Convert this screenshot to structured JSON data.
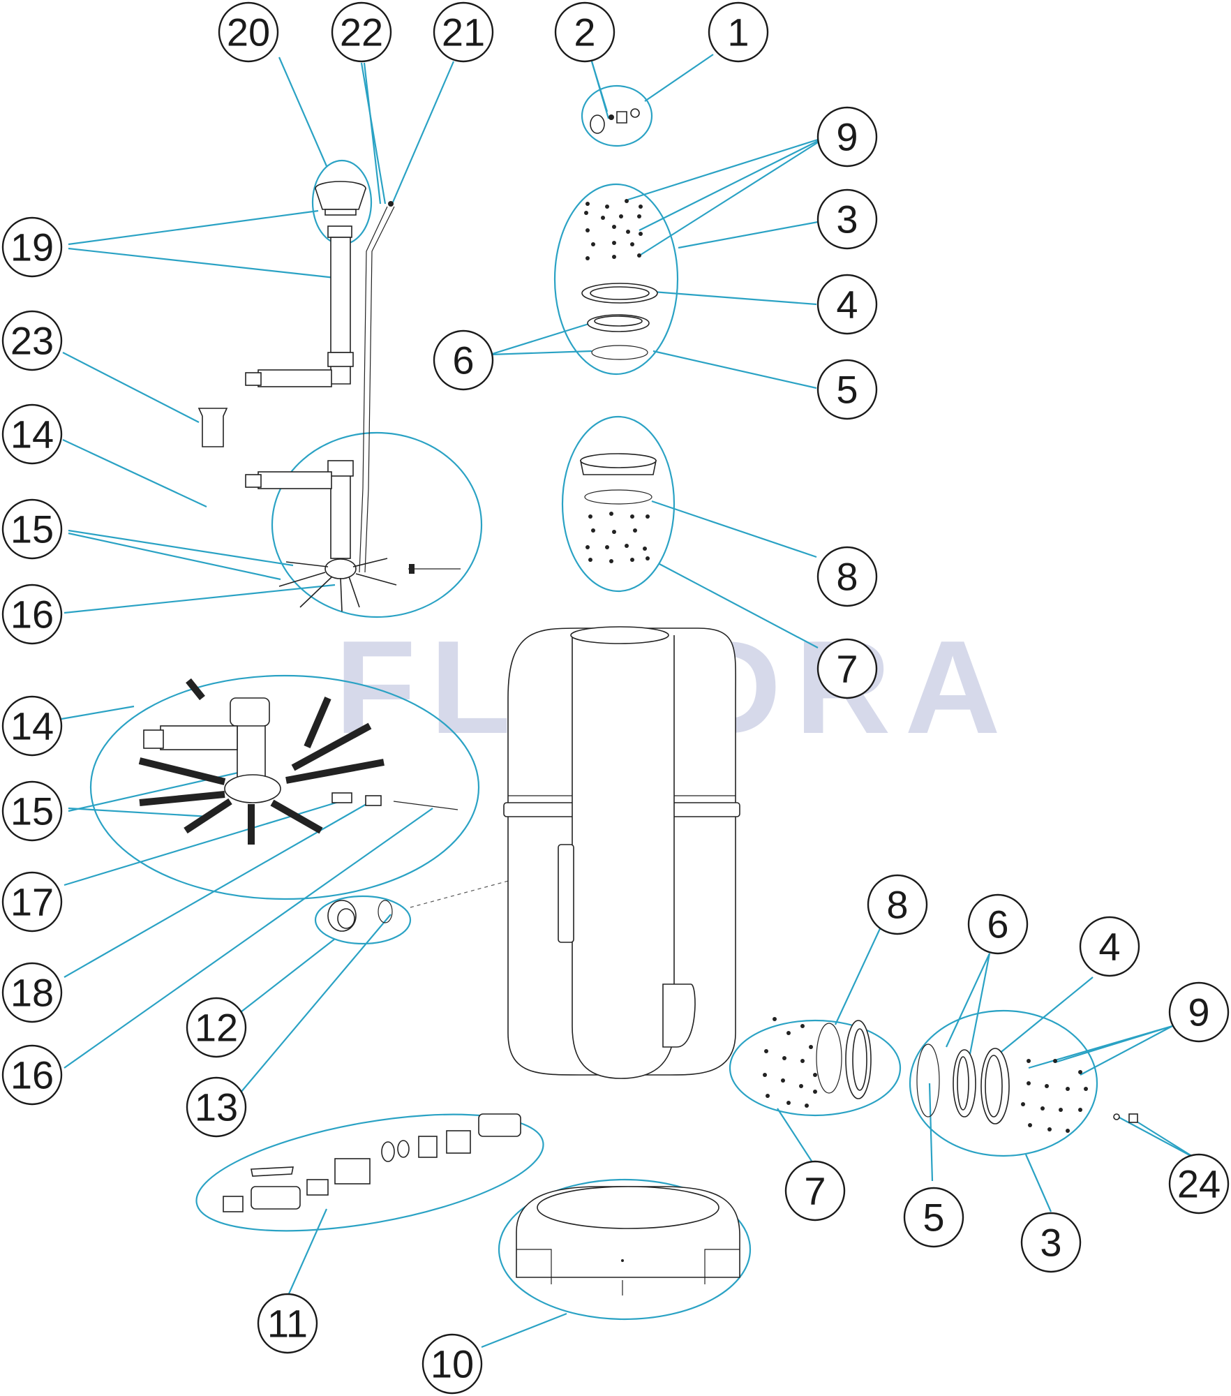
{
  "watermark": "FLUIDRA",
  "colors": {
    "leader": "#2aa2c4",
    "outline": "#1a1a1a",
    "watermark": "#d6d9ea"
  },
  "labels": [
    {
      "id": "l20",
      "text": "20"
    },
    {
      "id": "l22",
      "text": "22"
    },
    {
      "id": "l21",
      "text": "21"
    },
    {
      "id": "l2",
      "text": "2"
    },
    {
      "id": "l1",
      "text": "1"
    },
    {
      "id": "l9a",
      "text": "9"
    },
    {
      "id": "l3a",
      "text": "3"
    },
    {
      "id": "l4a",
      "text": "4"
    },
    {
      "id": "l6a",
      "text": "6"
    },
    {
      "id": "l5a",
      "text": "5"
    },
    {
      "id": "l19",
      "text": "19"
    },
    {
      "id": "l23",
      "text": "23"
    },
    {
      "id": "l14a",
      "text": "14"
    },
    {
      "id": "l15a",
      "text": "15"
    },
    {
      "id": "l16a",
      "text": "16"
    },
    {
      "id": "l8a",
      "text": "8"
    },
    {
      "id": "l7a",
      "text": "7"
    },
    {
      "id": "l14b",
      "text": "14"
    },
    {
      "id": "l15b",
      "text": "15"
    },
    {
      "id": "l17",
      "text": "17"
    },
    {
      "id": "l18",
      "text": "18"
    },
    {
      "id": "l16b",
      "text": "16"
    },
    {
      "id": "l12",
      "text": "12"
    },
    {
      "id": "l13",
      "text": "13"
    },
    {
      "id": "l8b",
      "text": "8"
    },
    {
      "id": "l6b",
      "text": "6"
    },
    {
      "id": "l4b",
      "text": "4"
    },
    {
      "id": "l9b",
      "text": "9"
    },
    {
      "id": "l7b",
      "text": "7"
    },
    {
      "id": "l5b",
      "text": "5"
    },
    {
      "id": "l3b",
      "text": "3"
    },
    {
      "id": "l24",
      "text": "24"
    },
    {
      "id": "l11",
      "text": "11"
    },
    {
      "id": "l10",
      "text": "10"
    }
  ]
}
